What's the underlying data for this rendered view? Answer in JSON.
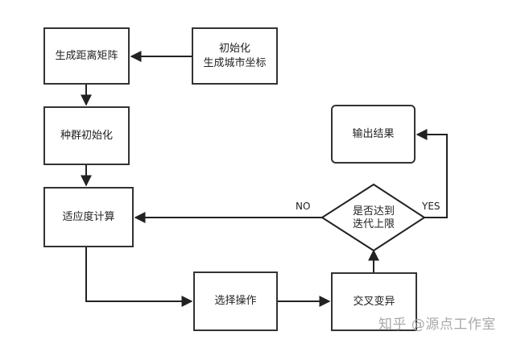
{
  "nodes": {
    "generate_matrix": "生成距离矩阵",
    "init_coords_line1": "初始化",
    "init_coords_line2": "生成城市坐标",
    "init_population": "种群初始化",
    "fitness": "适应度计算",
    "selection": "选择操作",
    "crossover_mutation": "交叉变异",
    "decision_line1": "是否达到",
    "decision_line2": "迭代上限",
    "output": "输出结果"
  },
  "edges": {
    "no_label": "NO",
    "yes_label": "YES"
  },
  "watermark": "知乎 @源点工作室"
}
